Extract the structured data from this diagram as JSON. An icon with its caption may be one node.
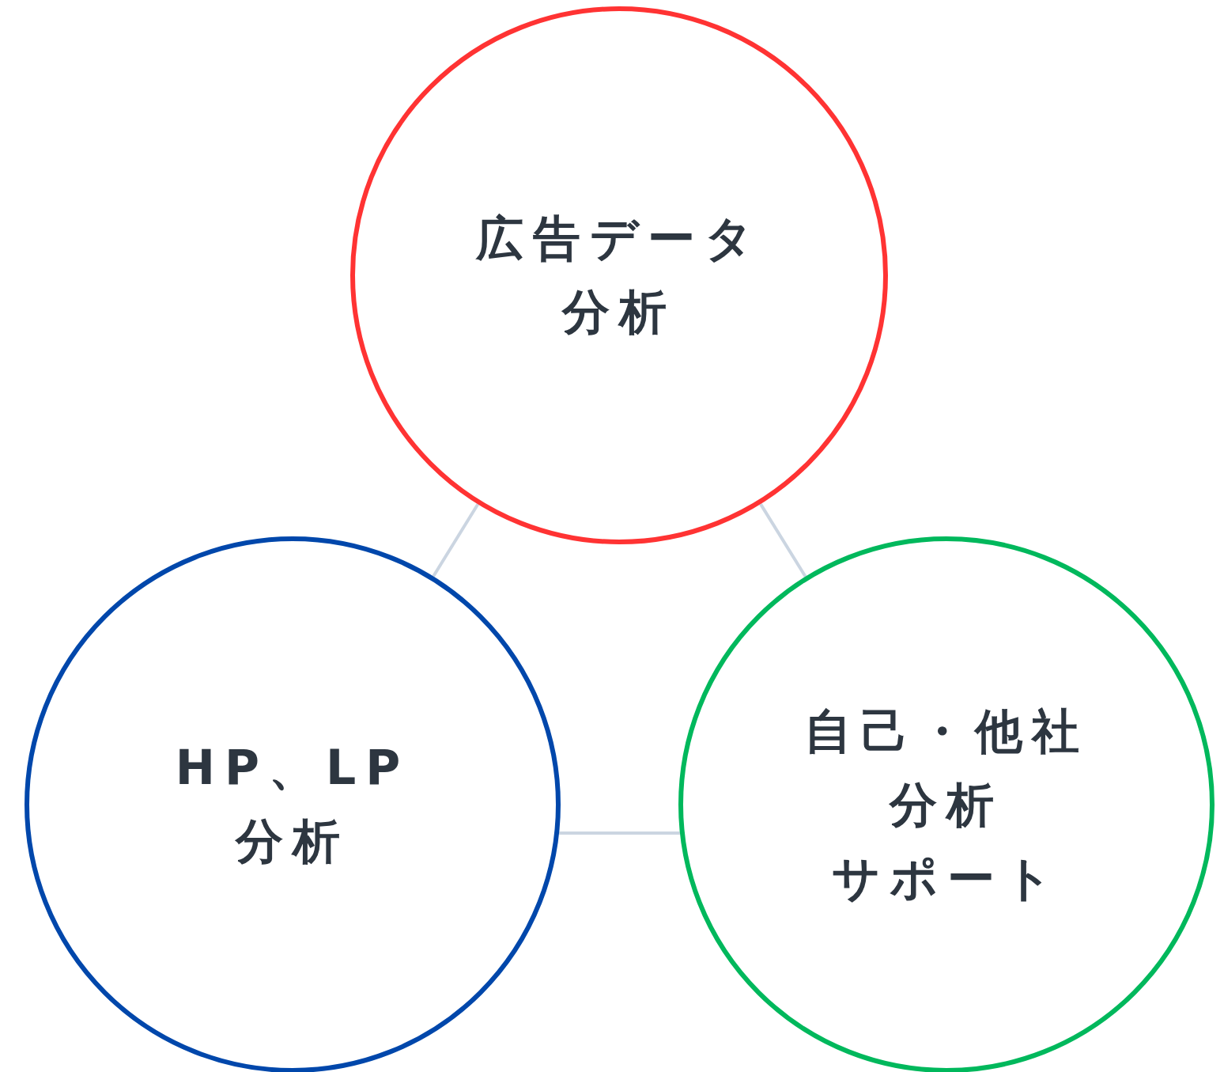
{
  "diagram": {
    "nodes": [
      {
        "text": [
          "広告データ分析"
        ]
      },
      {
        "text": [
          "HP、LP分析"
        ]
      },
      {
        "text": [
          "自己・他社分析サポート"
        ]
      }
    ],
    "edges": [
      {
        "from": 0,
        "to": 1,
        "arrow": "none"
      },
      {
        "from": 0,
        "to": 2,
        "arrow": "none"
      },
      {
        "from": 1,
        "to": 2,
        "arrow": "none"
      }
    ]
  }
}
